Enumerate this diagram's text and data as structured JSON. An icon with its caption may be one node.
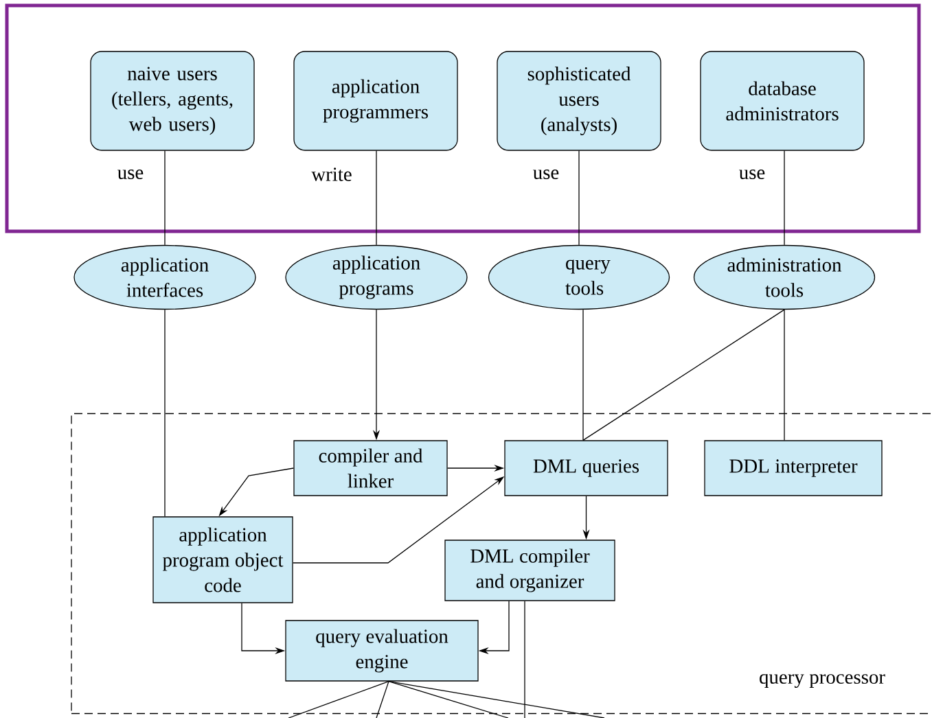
{
  "diagram": {
    "nodes": [
      {
        "text": [
          "naive users (tellers, agents, web users)"
        ]
      },
      {
        "text": [
          "application programmers"
        ]
      },
      {
        "text": [
          "sophisticated users (analysts)"
        ]
      },
      {
        "text": [
          "database administrators"
        ]
      },
      {
        "text": [
          "application interfaces"
        ]
      },
      {
        "text": [
          "application programs"
        ]
      },
      {
        "text": [
          "query tools"
        ]
      },
      {
        "text": [
          "administration tools"
        ]
      },
      {
        "text": [
          "query processor"
        ]
      },
      {
        "text": [
          "compiler and linker"
        ],
        "in": 8
      },
      {
        "text": [
          "DML queries"
        ],
        "in": 8
      },
      {
        "text": [
          "DDL interpreter"
        ],
        "in": 8
      },
      {
        "text": [
          "application program object code"
        ],
        "in": 8
      },
      {
        "text": [
          "DML compiler and organizer"
        ],
        "in": 8
      },
      {
        "text": [
          "query evaluation engine"
        ],
        "in": 8
      }
    ],
    "edges": [
      {
        "from": 0,
        "to": 4,
        "arrow": "none",
        "label": "use"
      },
      {
        "from": 1,
        "to": 5,
        "arrow": "none",
        "label": "write"
      },
      {
        "from": 2,
        "to": 6,
        "arrow": "none",
        "label": "use"
      },
      {
        "from": 3,
        "to": 7,
        "arrow": "none",
        "label": "use"
      },
      {
        "from": 4,
        "to": 12,
        "arrow": "none"
      },
      {
        "from": 5,
        "to": 9,
        "arrow": "to"
      },
      {
        "from": 6,
        "to": 10,
        "arrow": "none"
      },
      {
        "from": 7,
        "to": 10,
        "arrow": "none"
      },
      {
        "from": 7,
        "to": 11,
        "arrow": "none"
      },
      {
        "from": 9,
        "to": 10,
        "arrow": "to"
      },
      {
        "from": 9,
        "to": 12,
        "arrow": "to"
      },
      {
        "from": 12,
        "to": 10,
        "arrow": "to"
      },
      {
        "from": 10,
        "to": 13,
        "arrow": "to"
      },
      {
        "from": 13,
        "to": 14,
        "arrow": "to"
      },
      {
        "from": 12,
        "to": 14,
        "arrow": "to"
      },
      {
        "from": 13,
        "to": null,
        "arrow": "none"
      },
      {
        "from": 14,
        "to": null,
        "arrow": "none"
      },
      {
        "from": 14,
        "to": null,
        "arrow": "none"
      },
      {
        "from": 14,
        "to": null,
        "arrow": "none"
      },
      {
        "from": 14,
        "to": null,
        "arrow": "none"
      }
    ]
  }
}
